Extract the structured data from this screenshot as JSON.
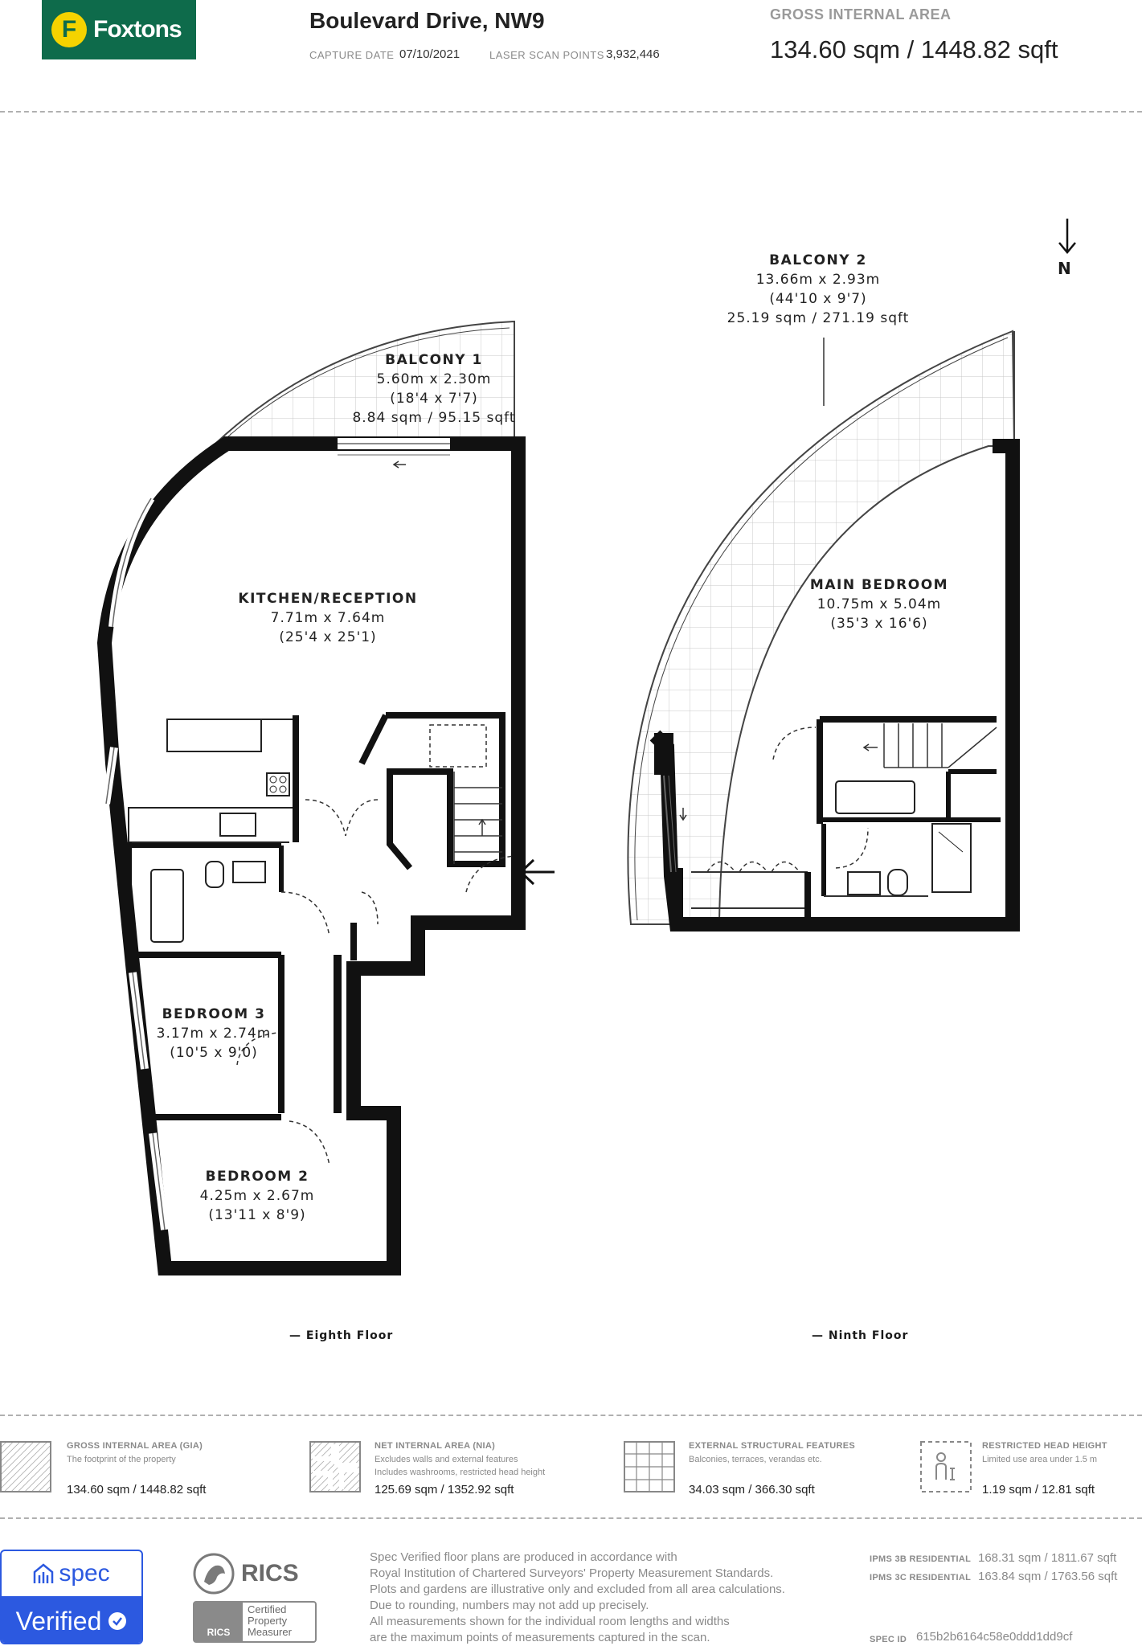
{
  "header": {
    "logo_text": "Foxtons",
    "logo_mark": "F",
    "address": "Boulevard Drive, NW9",
    "capture_date_label": "CAPTURE DATE",
    "capture_date": "07/10/2021",
    "laser_scan_label": "LASER SCAN POINTS",
    "laser_scan_points": "3,932,446",
    "gia_label": "GROSS INTERNAL AREA",
    "gia_value": "134.60 sqm / 1448.82 sqft"
  },
  "plan": {
    "north_label": "N",
    "rooms": {
      "balcony1": {
        "name": "BALCONY 1",
        "metric": "5.60m x 2.30m",
        "imperial": "(18'4 x 7'7)",
        "area": "8.84 sqm / 95.15 sqft"
      },
      "kitchen": {
        "name": "KITCHEN/RECEPTION",
        "metric": "7.71m x 7.64m",
        "imperial": "(25'4 x 25'1)"
      },
      "bedroom3": {
        "name": "BEDROOM 3",
        "metric": "3.17m x 2.74m",
        "imperial": "(10'5 x 9'0)"
      },
      "bedroom2": {
        "name": "BEDROOM 2",
        "metric": "4.25m x 2.67m",
        "imperial": "(13'11 x 8'9)"
      },
      "balcony2": {
        "name": "BALCONY 2",
        "metric": "13.66m x 2.93m",
        "imperial": "(44'10 x 9'7)",
        "area": "25.19 sqm / 271.19 sqft"
      },
      "main_bedroom": {
        "name": "MAIN BEDROOM",
        "metric": "10.75m x 5.04m",
        "imperial": "(35'3 x 16'6)"
      }
    },
    "floor_labels": {
      "eighth": "— Eighth Floor",
      "ninth": "— Ninth Floor"
    }
  },
  "legend": [
    {
      "title": "GROSS INTERNAL AREA (GIA)",
      "desc1": "The footprint of the property",
      "desc2": "",
      "value": "134.60 sqm / 1448.82 sqft",
      "icon": "hatched-square-icon"
    },
    {
      "title": "NET INTERNAL AREA (NIA)",
      "desc1": "Excludes walls and external features",
      "desc2": "Includes washrooms, restricted head height",
      "value": "125.69 sqm / 1352.92 sqft",
      "icon": "floorplan-icon"
    },
    {
      "title": "EXTERNAL STRUCTURAL FEATURES",
      "desc1": "Balconies, terraces, verandas etc.",
      "desc2": "",
      "value": "34.03 sqm / 366.30 sqft",
      "icon": "grid-icon"
    },
    {
      "title": "RESTRICTED HEAD HEIGHT",
      "desc1": "Limited use area under 1.5 m",
      "desc2": "",
      "value": "1.19 sqm / 12.81 sqft",
      "icon": "person-icon"
    }
  ],
  "footer": {
    "spec_text": "spec",
    "verified_text": "Verified",
    "rics_text": "RICS",
    "rics_small": "RICS",
    "certified_1": "Certified",
    "certified_2": "Property",
    "certified_3": "Measurer",
    "disclaimer": [
      "Spec Verified floor plans are produced in accordance with",
      "Royal Institution of Chartered Surveyors' Property Measurement Standards.",
      "Plots and gardens are illustrative only and excluded from all area calculations.",
      "Due to rounding, numbers may not add up precisely.",
      "All measurements shown for the individual room lengths and widths",
      "are the maximum points of measurements captured in the scan."
    ],
    "ipms3b_label": "IPMS 3B RESIDENTIAL",
    "ipms3b_value": "168.31 sqm / 1811.67 sqft",
    "ipms3c_label": "IPMS 3C RESIDENTIAL",
    "ipms3c_value": "163.84 sqm / 1763.56 sqft",
    "spec_id_label": "SPEC ID",
    "spec_id_value": "615b2b6164c58e0ddd1dd9cf"
  }
}
